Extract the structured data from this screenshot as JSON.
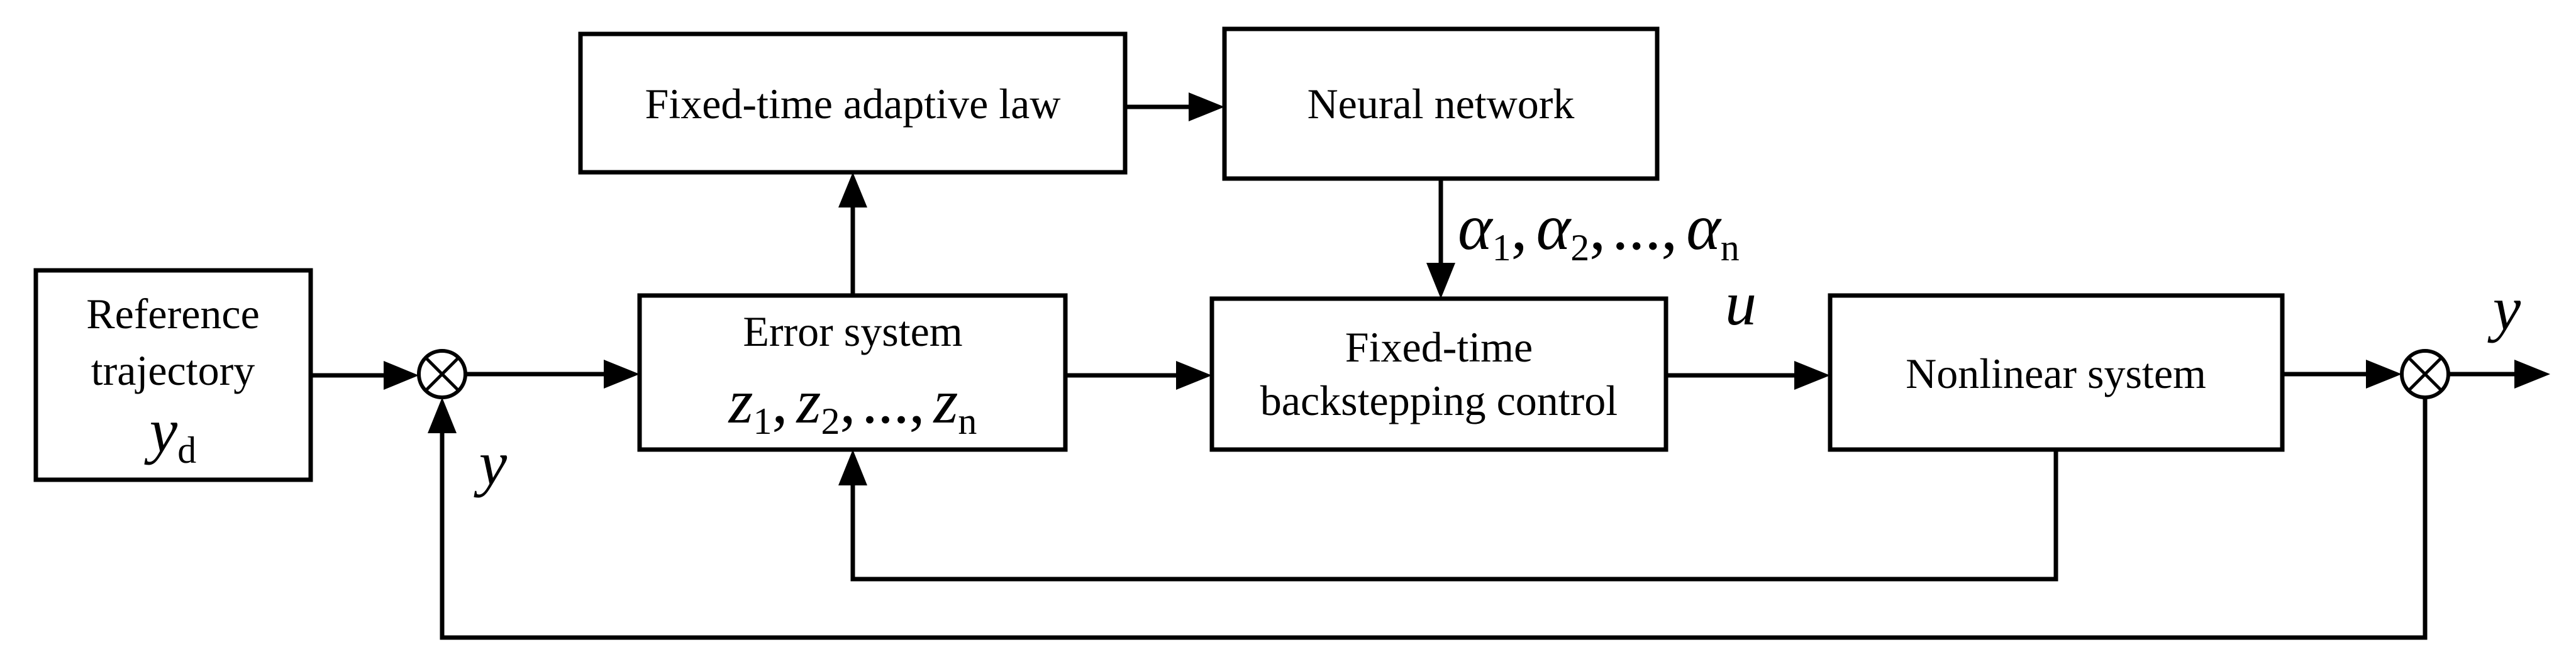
{
  "blocks": {
    "reference": {
      "line1": "Reference",
      "line2": "trajectory",
      "signal": "y",
      "signal_sub": "d"
    },
    "error_system": {
      "label": "Error system",
      "formula": {
        "z1": "z",
        "z1_sub": "1",
        "z2": "z",
        "z2_sub": "2",
        "sep": ",",
        "ellipsis": "...",
        "zn": "z",
        "zn_sub": "n"
      }
    },
    "adaptive_law": {
      "label": "Fixed-time adaptive law"
    },
    "neural_network": {
      "label": "Neural network"
    },
    "backstepping": {
      "line1": "Fixed-time",
      "line2": "backstepping control"
    },
    "nonlinear": {
      "label": "Nonlinear system"
    }
  },
  "signals": {
    "alpha": {
      "a1": "α",
      "a1_sub": "1",
      "a2": "α",
      "a2_sub": "2",
      "sep": ",",
      "ellipsis": "...",
      "an": "α",
      "an_sub": "n"
    },
    "u": "u",
    "y_output": "y",
    "y_feedback": "y"
  },
  "summing_junctions": [
    {
      "id": "input",
      "symbol": "⊗"
    },
    {
      "id": "output",
      "symbol": "⊗"
    }
  ]
}
